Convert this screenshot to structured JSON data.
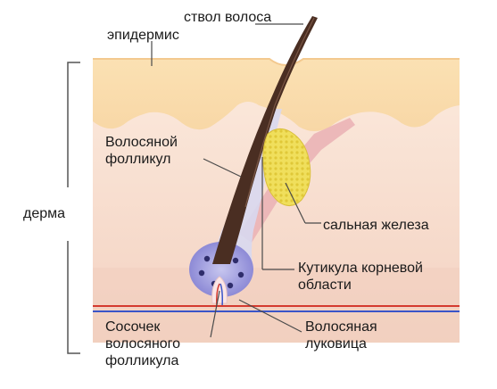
{
  "labels": {
    "hair_shaft": "ствол волоса",
    "epidermis": "эпидермис",
    "follicle_line1": "Волосяной",
    "follicle_line2": "фолликул",
    "dermis": "дерма",
    "sebaceous_gland": "сальная железа",
    "root_cuticle_line1": "Кутикула корневой",
    "root_cuticle_line2": "области",
    "papilla_line1": "Сосочек",
    "papilla_line2": "волосяного",
    "papilla_line3": "фолликула",
    "bulb_line1": "Волосяная",
    "bulb_line2": "луковица"
  }
}
